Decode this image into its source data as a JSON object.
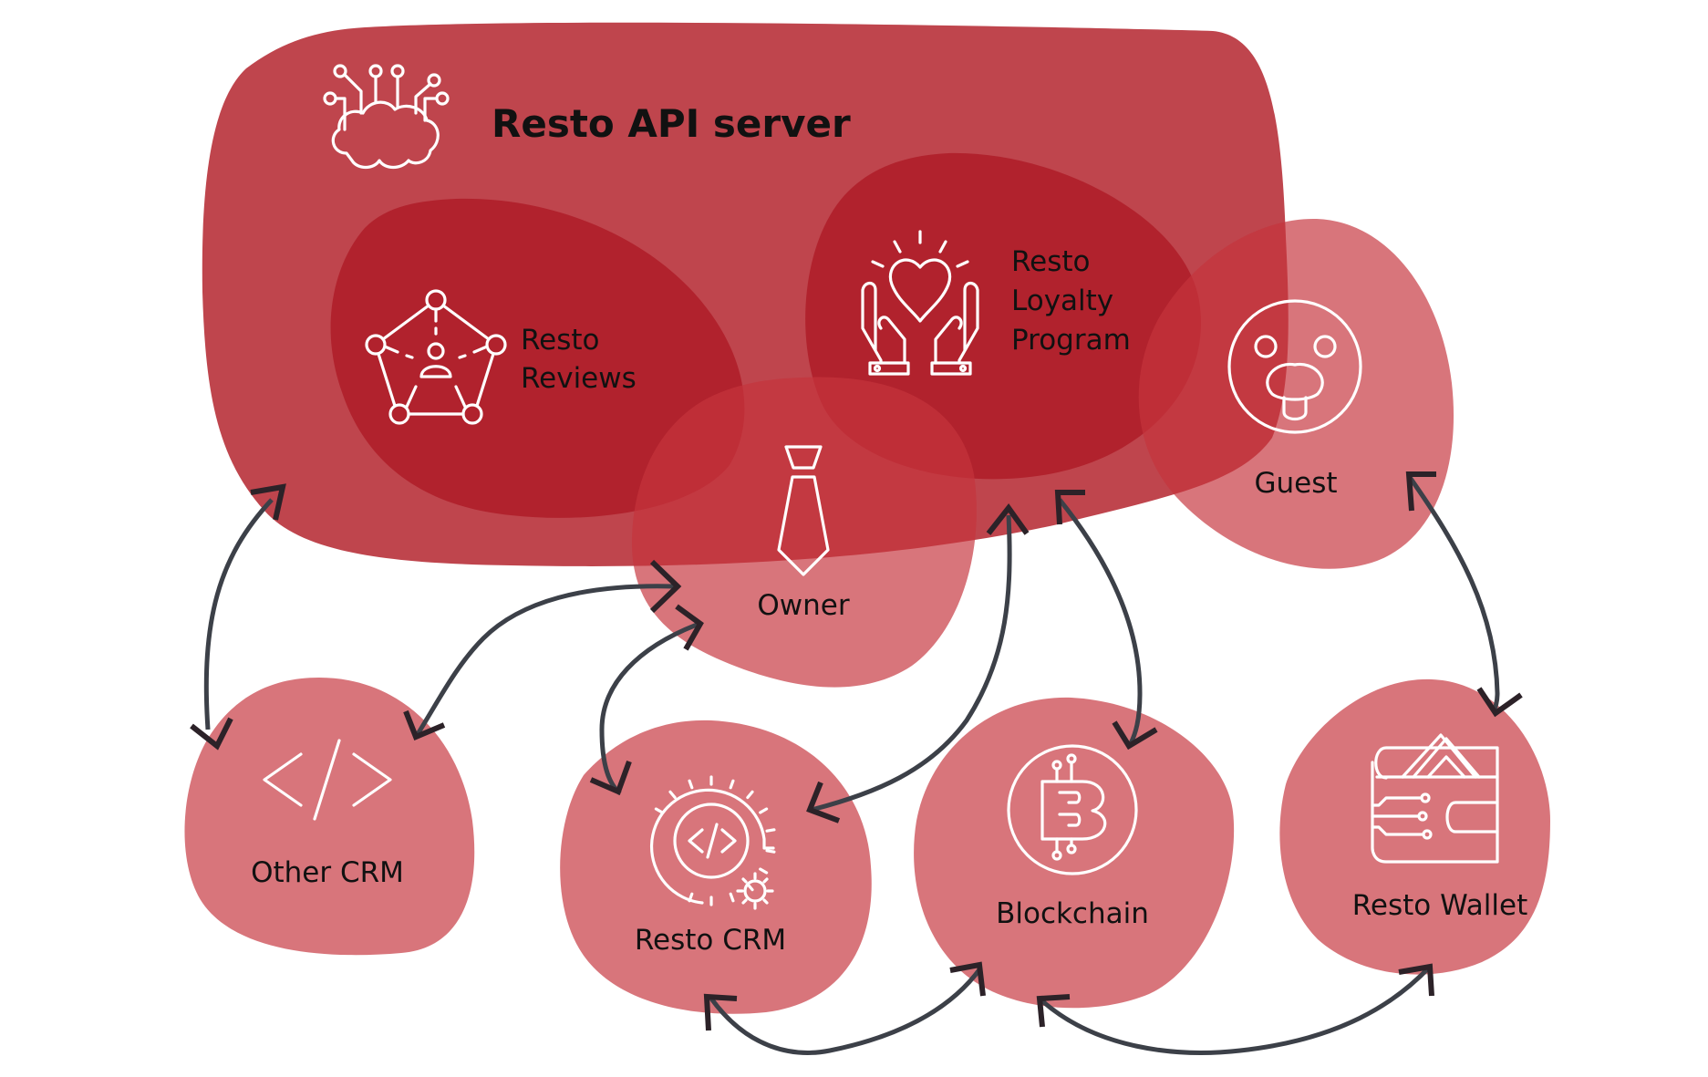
{
  "diagram": {
    "title": "Resto API server",
    "colors": {
      "api_server_blob": "#BF454D",
      "inner_module_blob": "#B01F2A",
      "outer_node_blob": "#CD7075",
      "arrow": "#3C4048",
      "icon_stroke": "#FFFFFF",
      "text": "#111111"
    },
    "modules": {
      "reviews": {
        "line1": "Resto",
        "line2": "Reviews",
        "icon": "network-people-icon"
      },
      "loyalty": {
        "line1": "Resto",
        "line2": "Loyalty",
        "line3": "Program",
        "icon": "hands-heart-icon"
      }
    },
    "nodes": {
      "owner": {
        "label": "Owner",
        "icon": "tie-icon"
      },
      "guest": {
        "label": "Guest",
        "icon": "tongue-face-icon"
      },
      "other_crm": {
        "label": "Other CRM",
        "icon": "code-brackets-icon"
      },
      "resto_crm": {
        "label": "Resto CRM",
        "icon": "code-gear-icon"
      },
      "blockchain": {
        "label": "Blockchain",
        "icon": "bitcoin-circuit-icon"
      },
      "resto_wallet": {
        "label": "Resto Wallet",
        "icon": "wallet-circuit-icon"
      }
    },
    "connections": [
      {
        "from": "Resto API server",
        "to": "Other CRM",
        "direction": "bidirectional"
      },
      {
        "from": "Owner",
        "to": "Other CRM",
        "direction": "bidirectional"
      },
      {
        "from": "Owner",
        "to": "Resto CRM",
        "direction": "bidirectional"
      },
      {
        "from": "Resto API server",
        "to": "Resto CRM",
        "direction": "bidirectional"
      },
      {
        "from": "Resto API server",
        "to": "Blockchain",
        "direction": "bidirectional"
      },
      {
        "from": "Guest",
        "to": "Resto Wallet",
        "direction": "bidirectional"
      },
      {
        "from": "Resto CRM",
        "to": "Blockchain",
        "direction": "bidirectional"
      },
      {
        "from": "Blockchain",
        "to": "Resto Wallet",
        "direction": "bidirectional"
      }
    ]
  }
}
